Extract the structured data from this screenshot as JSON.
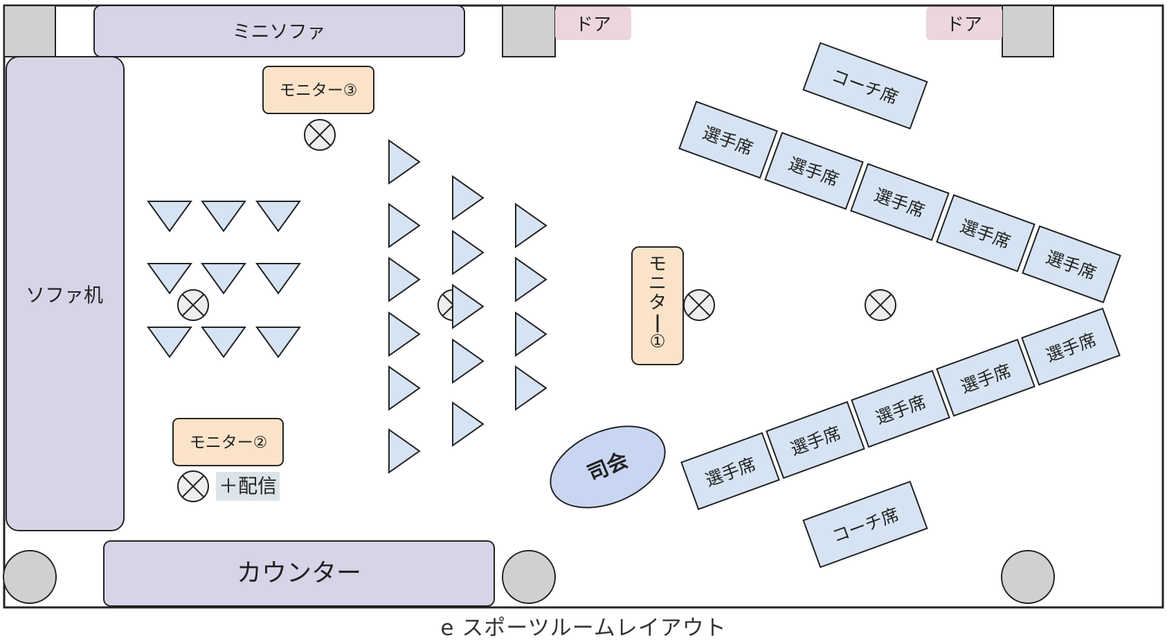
{
  "caption": "e スポーツルームレイアウト",
  "labels": {
    "mini_sofa": "ミニソファ",
    "sofa_desk": "ソファ机",
    "counter": "カウンター",
    "door": "ドア",
    "monitor_1": "モニター①",
    "monitor_2": "モニター②",
    "monitor_3": "モニター③",
    "stream": "＋配信",
    "mc": "司会",
    "coach_seat": "コーチ席",
    "player_seat": "選手席"
  },
  "colors": {
    "furniture": "#d9d3e8",
    "door": "#ecd5de",
    "pillar": "#d0d0d0",
    "monitor": "#fbe3c9",
    "seat": "#d6e3f2",
    "mc": "#c9d6f2",
    "stream_bg": "#dbe4e8"
  }
}
